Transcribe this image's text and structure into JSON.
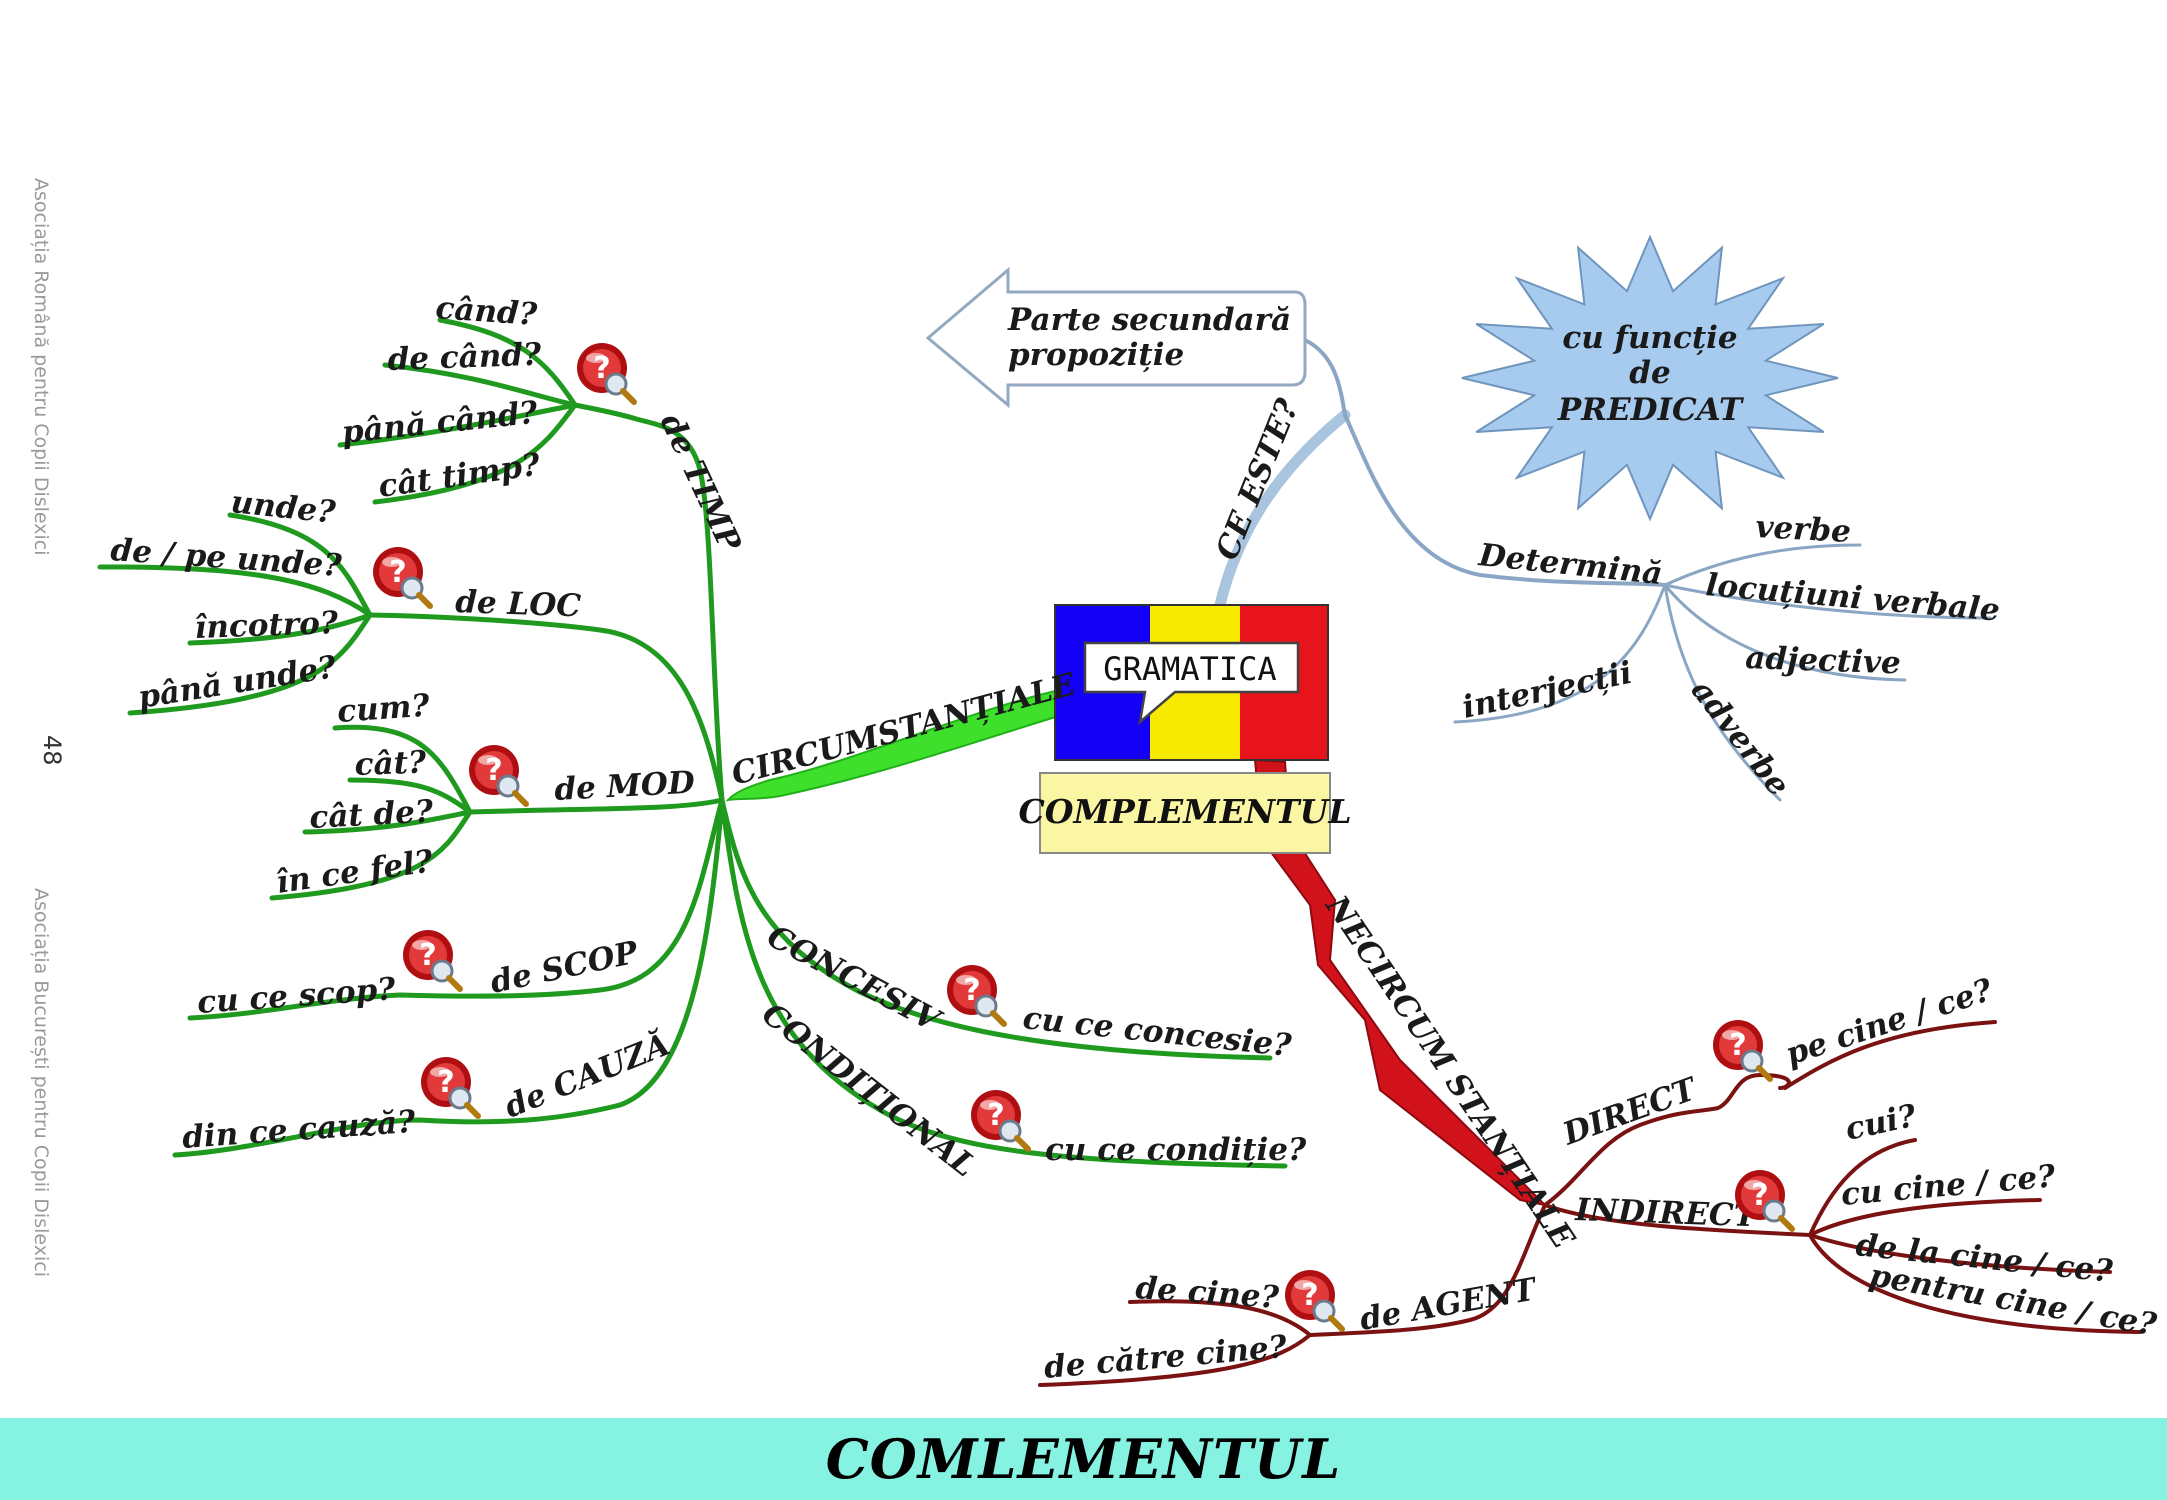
{
  "sidebar": {
    "text_top": "Asociația Română pentru Copii Dislexici",
    "text_bottom": "Asociația București pentru Copii Dislexici",
    "page_number": "48"
  },
  "center": {
    "badge": "GRAMATICA",
    "title": "COMPLEMENTUL",
    "flag_colors": [
      "#1400f5",
      "#f7ea00",
      "#e8141c"
    ]
  },
  "ce_este": {
    "label": "CE ESTE?",
    "arrow_text": [
      "Parte secundară",
      "propoziție"
    ],
    "star_text": [
      "cu funcție",
      "de",
      "PREDICAT"
    ],
    "determina": {
      "label": "Determină",
      "items": [
        "verbe",
        "locuțiuni verbale",
        "adjective",
        "adverbe",
        "interjecții"
      ]
    }
  },
  "circumstantiale": {
    "label": "CIRCUMSTANȚIALE",
    "timp": {
      "label": "de TIMP",
      "questions": [
        "când?",
        "de când?",
        "până când?",
        "cât timp?"
      ]
    },
    "loc": {
      "label": "de LOC",
      "questions": [
        "unde?",
        "de / pe unde?",
        "încotro?",
        "până unde?"
      ]
    },
    "mod": {
      "label": "de MOD",
      "questions": [
        "cum?",
        "cât?",
        "cât de?",
        "în ce fel?"
      ]
    },
    "scop": {
      "label": "de SCOP",
      "questions": [
        "cu ce scop?"
      ]
    },
    "cauza": {
      "label": "de CAUZĂ",
      "questions": [
        "din ce cauză?"
      ]
    },
    "concesiv": {
      "label": "CONCESIV",
      "questions": [
        "cu ce concesie?"
      ]
    },
    "conditional": {
      "label": "CONDIȚIONAL",
      "questions": [
        "cu ce condiție?"
      ]
    }
  },
  "necircumstantiale": {
    "label": "NECIRCUM STANȚIALE",
    "direct": {
      "label": "DIRECT",
      "questions": [
        "pe cine / ce?"
      ]
    },
    "indirect": {
      "label": "INDIRECT",
      "questions": [
        "cui?",
        "cu cine / ce?",
        "de la cine / ce?",
        "pentru cine / ce?"
      ]
    },
    "agent": {
      "label": "de AGENT",
      "questions": [
        "de cine?",
        "de către cine?"
      ]
    }
  },
  "footer": {
    "title": "COMLEMENTUL"
  },
  "colors": {
    "green_branch": "#1f9a1f",
    "bright_green": "#3ee02b",
    "blue_branch": "#8aa6c4",
    "red_branch": "#7a1212",
    "star_fill": "#a7cbef",
    "footer_bg": "#86f2e2"
  },
  "icons": [
    "question-magnifier-icon"
  ]
}
